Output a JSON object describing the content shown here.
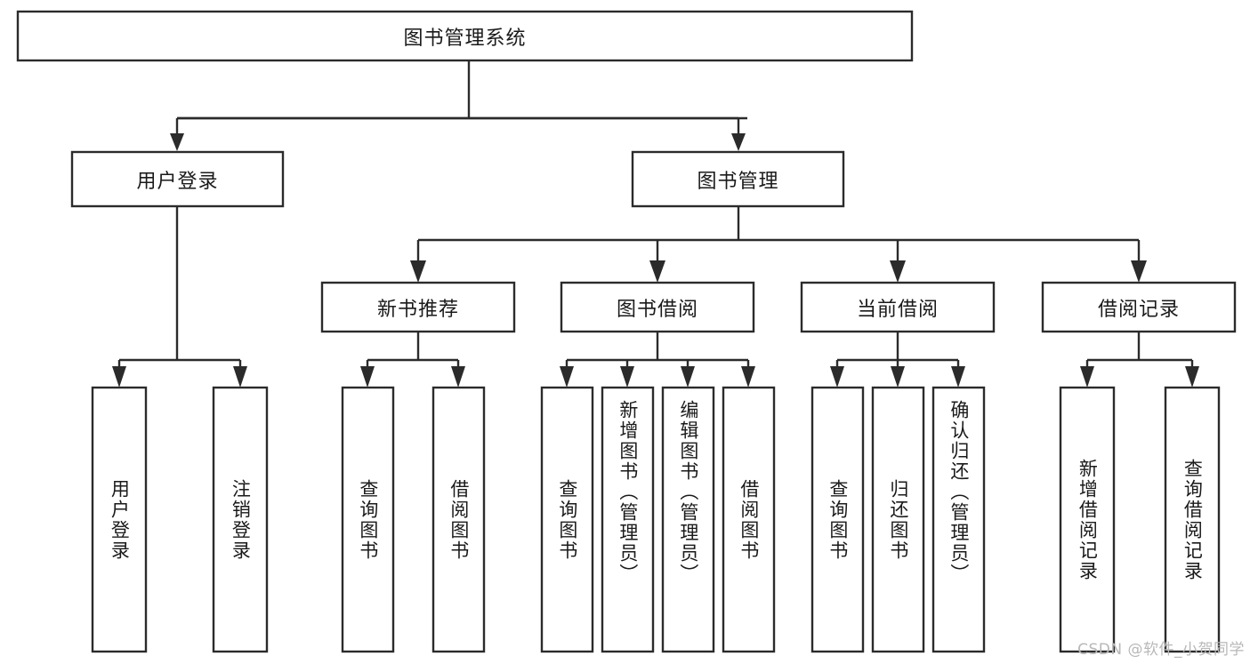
{
  "diagram": {
    "type": "tree-hierarchy",
    "orientation": "top-down",
    "colors": {
      "stroke": "#2b2b2b",
      "box_fill": "#ffffff",
      "text": "#1a1a1a",
      "background": "#ffffff",
      "watermark": "#b8b8b8"
    },
    "root": {
      "label": "图书管理系统"
    },
    "level2": [
      {
        "label": "用户登录"
      },
      {
        "label": "图书管理"
      }
    ],
    "level3": [
      {
        "label": "新书推荐"
      },
      {
        "label": "图书借阅"
      },
      {
        "label": "当前借阅"
      },
      {
        "label": "借阅记录"
      }
    ],
    "leaves": {
      "user_login": [
        {
          "label": "用户登录"
        },
        {
          "label": "注销登录"
        }
      ],
      "new_book_recommend": [
        {
          "label": "查询图书"
        },
        {
          "label": "借阅图书"
        }
      ],
      "book_borrow": [
        {
          "label": "查询图书"
        },
        {
          "label": "新增图书（管理员）"
        },
        {
          "label": "编辑图书（管理员）"
        },
        {
          "label": "借阅图书"
        }
      ],
      "current_borrow": [
        {
          "label": "查询图书"
        },
        {
          "label": "归还图书"
        },
        {
          "label": "确认归还（管理员）"
        }
      ],
      "borrow_record": [
        {
          "label": "新增借阅记录"
        },
        {
          "label": "查询借阅记录"
        }
      ]
    }
  },
  "watermark": {
    "text": "CSDN @软件_小贺同学"
  }
}
